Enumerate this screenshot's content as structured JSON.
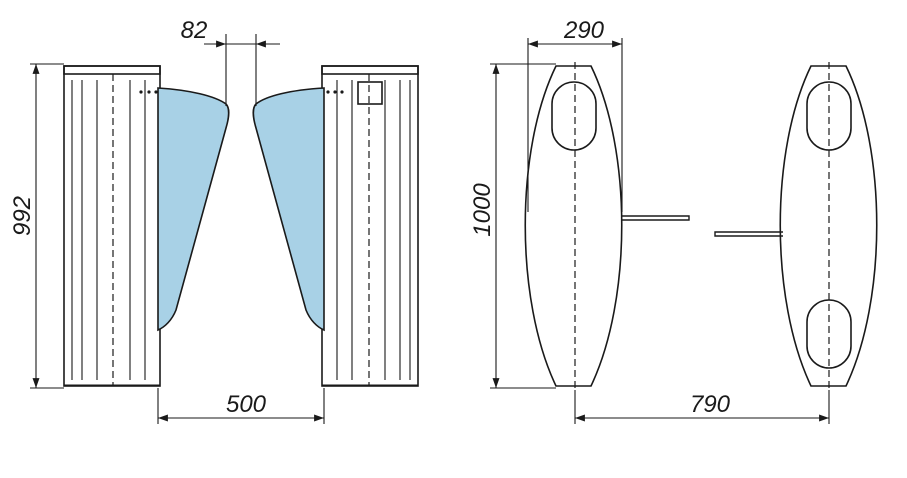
{
  "diagram": {
    "colors": {
      "stroke": "#1a1a1a",
      "glass": "#a8d1e6",
      "background": "#ffffff"
    },
    "front_view": {
      "dimensions": {
        "height": "992",
        "gap_between_flaps": "82",
        "passage_width": "500"
      }
    },
    "top_view": {
      "dimensions": {
        "height": "1000",
        "cabinet_width": "290",
        "overall_width": "790"
      }
    }
  }
}
